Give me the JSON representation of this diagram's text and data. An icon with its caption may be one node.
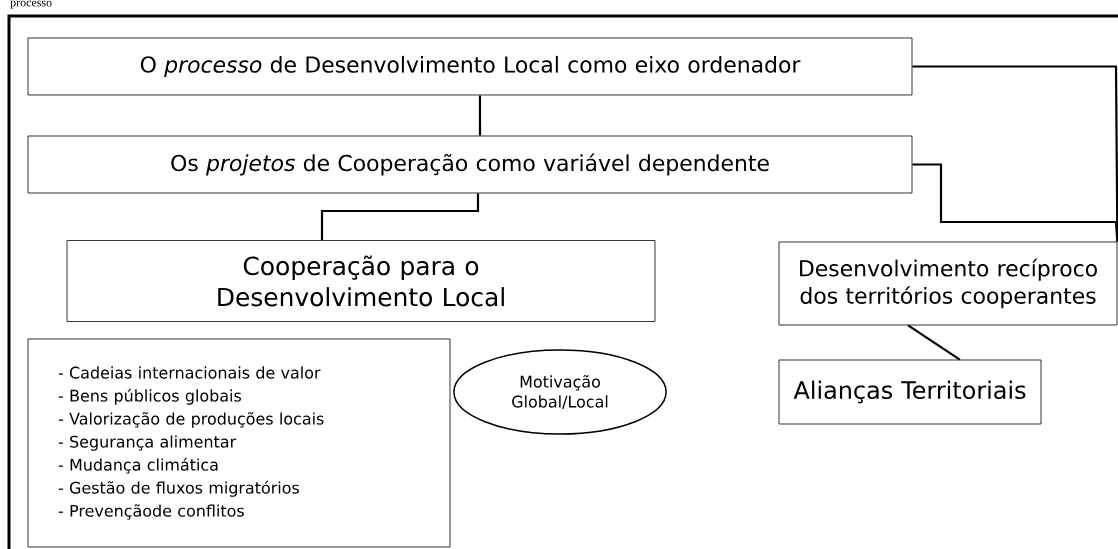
{
  "diagram": {
    "nodes": [
      {
        "text": [
          "O *processo* de Desenvolvimento Local como eixo ordenador"
        ]
      },
      {
        "text": [
          "Os *projetos* de Cooperação como variável dependente"
        ]
      },
      {
        "text": [
          "Cooperação para o Desenvolvimento Local"
        ]
      },
      {
        "text": [
          "Desenvolvimento recíproco dos territórios cooperantes"
        ]
      },
      {
        "text": [
          "- Cadeias internacionais de valor",
          "- Bens públicos globais",
          "- Valorização de produções locais",
          "- Segurança alimentar",
          "- Mudança climática",
          "- Gestão de fluxos migratórios",
          "- Prevençãode conflitos"
        ]
      },
      {
        "text": [
          "Motivação Global/Local"
        ]
      },
      {
        "text": [
          "Alianças Territoriais"
        ]
      }
    ],
    "edges": [
      {
        "from": 0,
        "to": 1,
        "arrow": "none"
      },
      {
        "from": 1,
        "to": 2,
        "arrow": "none"
      },
      {
        "from": 0,
        "to": 3,
        "arrow": "none"
      },
      {
        "from": 1,
        "to": 3,
        "arrow": "none"
      },
      {
        "from": 3,
        "to": 6,
        "arrow": "none"
      }
    ],
    "labels": [
      "processo"
    ]
  }
}
